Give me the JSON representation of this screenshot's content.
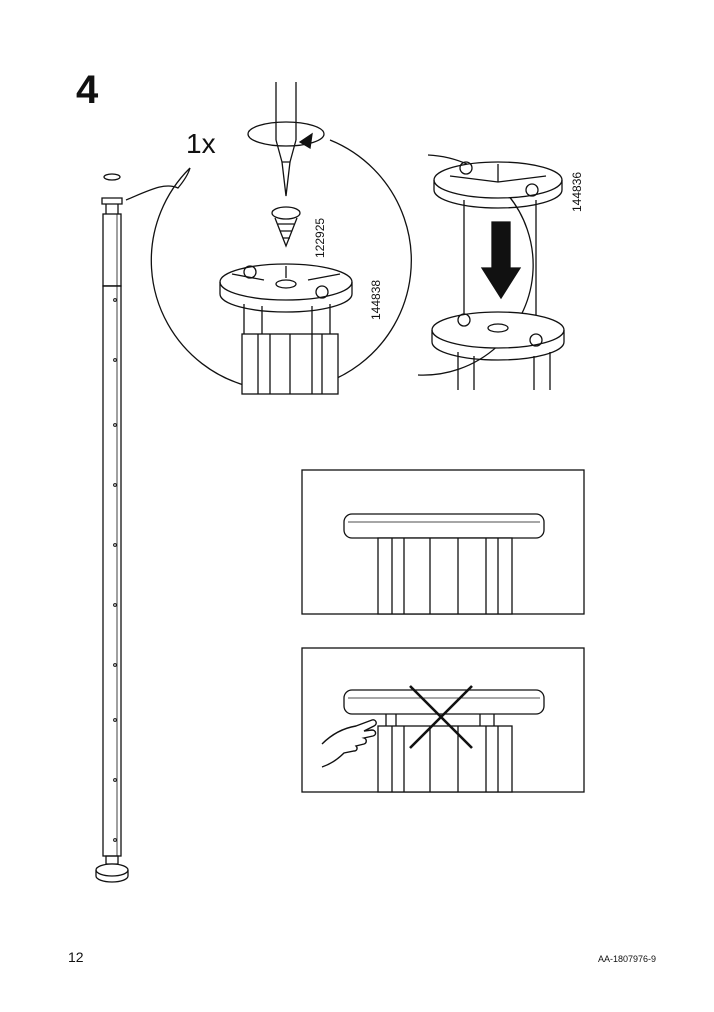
{
  "step_number": "4",
  "quantity_label": "1x",
  "part_numbers": [
    "122925",
    "144838",
    "144836"
  ],
  "page_number": "12",
  "document_id": "AA-1807976-9"
}
